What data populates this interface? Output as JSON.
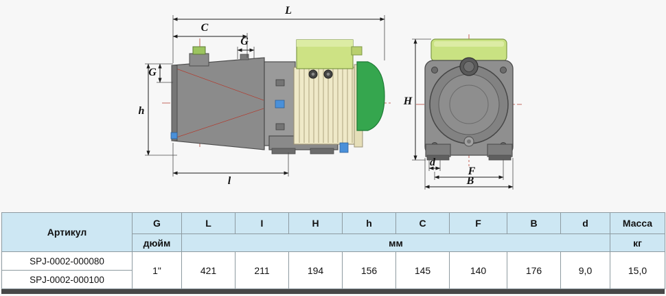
{
  "diagram": {
    "L": "L",
    "C": "C",
    "G_top": "G",
    "G_left": "G",
    "h": "h",
    "l": "l",
    "H": "H",
    "d": "d",
    "F": "F",
    "B": "B"
  },
  "table": {
    "col_artikul": "Артикул",
    "dim_headers": [
      "G",
      "L",
      "I",
      "H",
      "h",
      "C",
      "F",
      "B",
      "d",
      "Масса"
    ],
    "unit_inch": "дюйм",
    "unit_mm": "мм",
    "unit_kg": "кг",
    "articles": [
      "SPJ-0002-000080",
      "SPJ-0002-000100"
    ],
    "values": [
      "1\"",
      "421",
      "211",
      "194",
      "156",
      "145",
      "140",
      "176",
      "9,0",
      "15,0"
    ]
  }
}
